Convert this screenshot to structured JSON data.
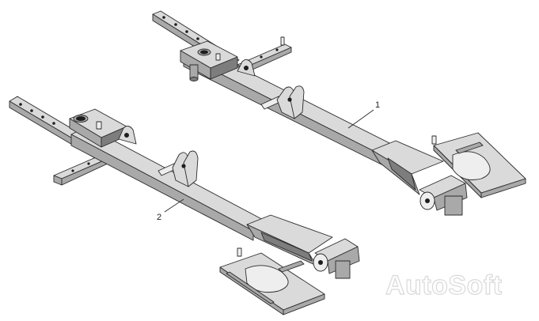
{
  "diagram": {
    "callouts": [
      {
        "id": "1",
        "label": "1"
      },
      {
        "id": "2",
        "label": "2"
      }
    ],
    "watermark": "AutoSoft",
    "colors": {
      "background": "#ffffff",
      "metal_light": "#dadada",
      "metal_shadow": "#a9a9a9",
      "outline": "#2a2a2a"
    }
  }
}
